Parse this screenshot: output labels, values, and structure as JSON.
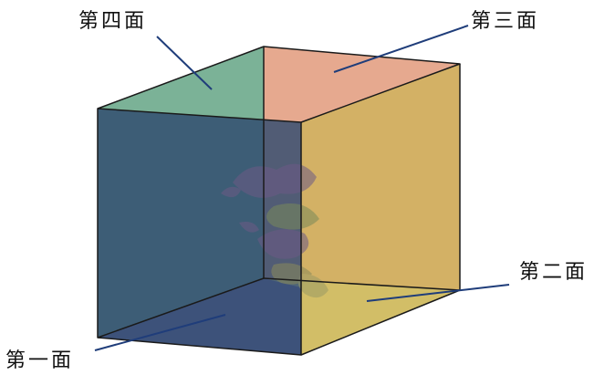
{
  "labels": {
    "face1": "第一面",
    "face2": "第二面",
    "face3": "第三面",
    "face4": "第四面"
  },
  "colors": {
    "face1": "#7d77aa",
    "face2": "#e2e396",
    "face3": "#e6a98f",
    "face4": "#7bb297",
    "front_face": "#2f4a6f",
    "right_face": "#cdb45a",
    "leader_line": "#1f3d7a",
    "edge": "#1a1a1a"
  }
}
